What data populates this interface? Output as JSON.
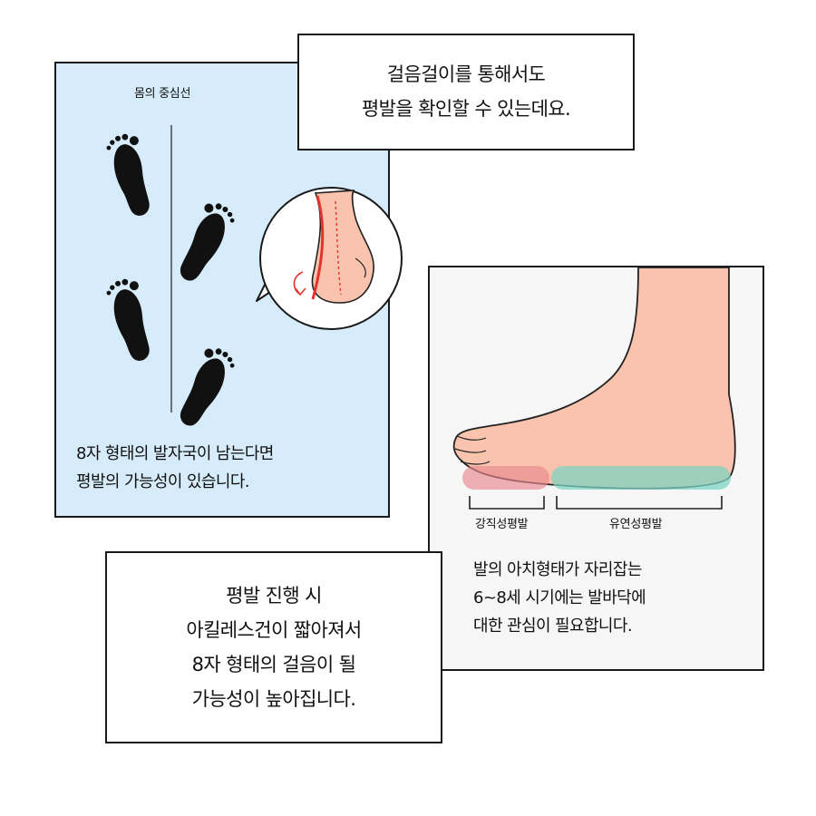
{
  "footprint_panel": {
    "center_line_label": "몸의 중심선",
    "caption_lines": [
      "8자 형태의 발자국이 남는다면",
      "평발의 가능성이 있습니다."
    ]
  },
  "walk_box": {
    "lines": [
      "걸음걸이를 통해서도",
      "평발을 확인할 수 있는데요."
    ]
  },
  "foot_panel": {
    "label_rigid": "강직성평발",
    "label_flexible": "유연성평발",
    "caption_lines": [
      "발의 아치형태가 자리잡는",
      "6~8세 시기에는 발바닥에",
      "대한 관심이 필요합니다."
    ]
  },
  "achilles_box": {
    "lines": [
      "평발 진행 시",
      "아킬레스건이 짧아져서",
      "8자 형태의 걸음이 될",
      "가능성이 높아집니다."
    ]
  },
  "colors": {
    "panel_blue": "#d6ecfb",
    "skin": "#f9c3ad",
    "rigid_highlight": "#e8888f",
    "flexible_highlight": "#7fd3c3",
    "red_line": "#e5322d"
  },
  "icons": [
    "footprint-icon",
    "heel-speech-bubble",
    "foot-side-illustration"
  ]
}
